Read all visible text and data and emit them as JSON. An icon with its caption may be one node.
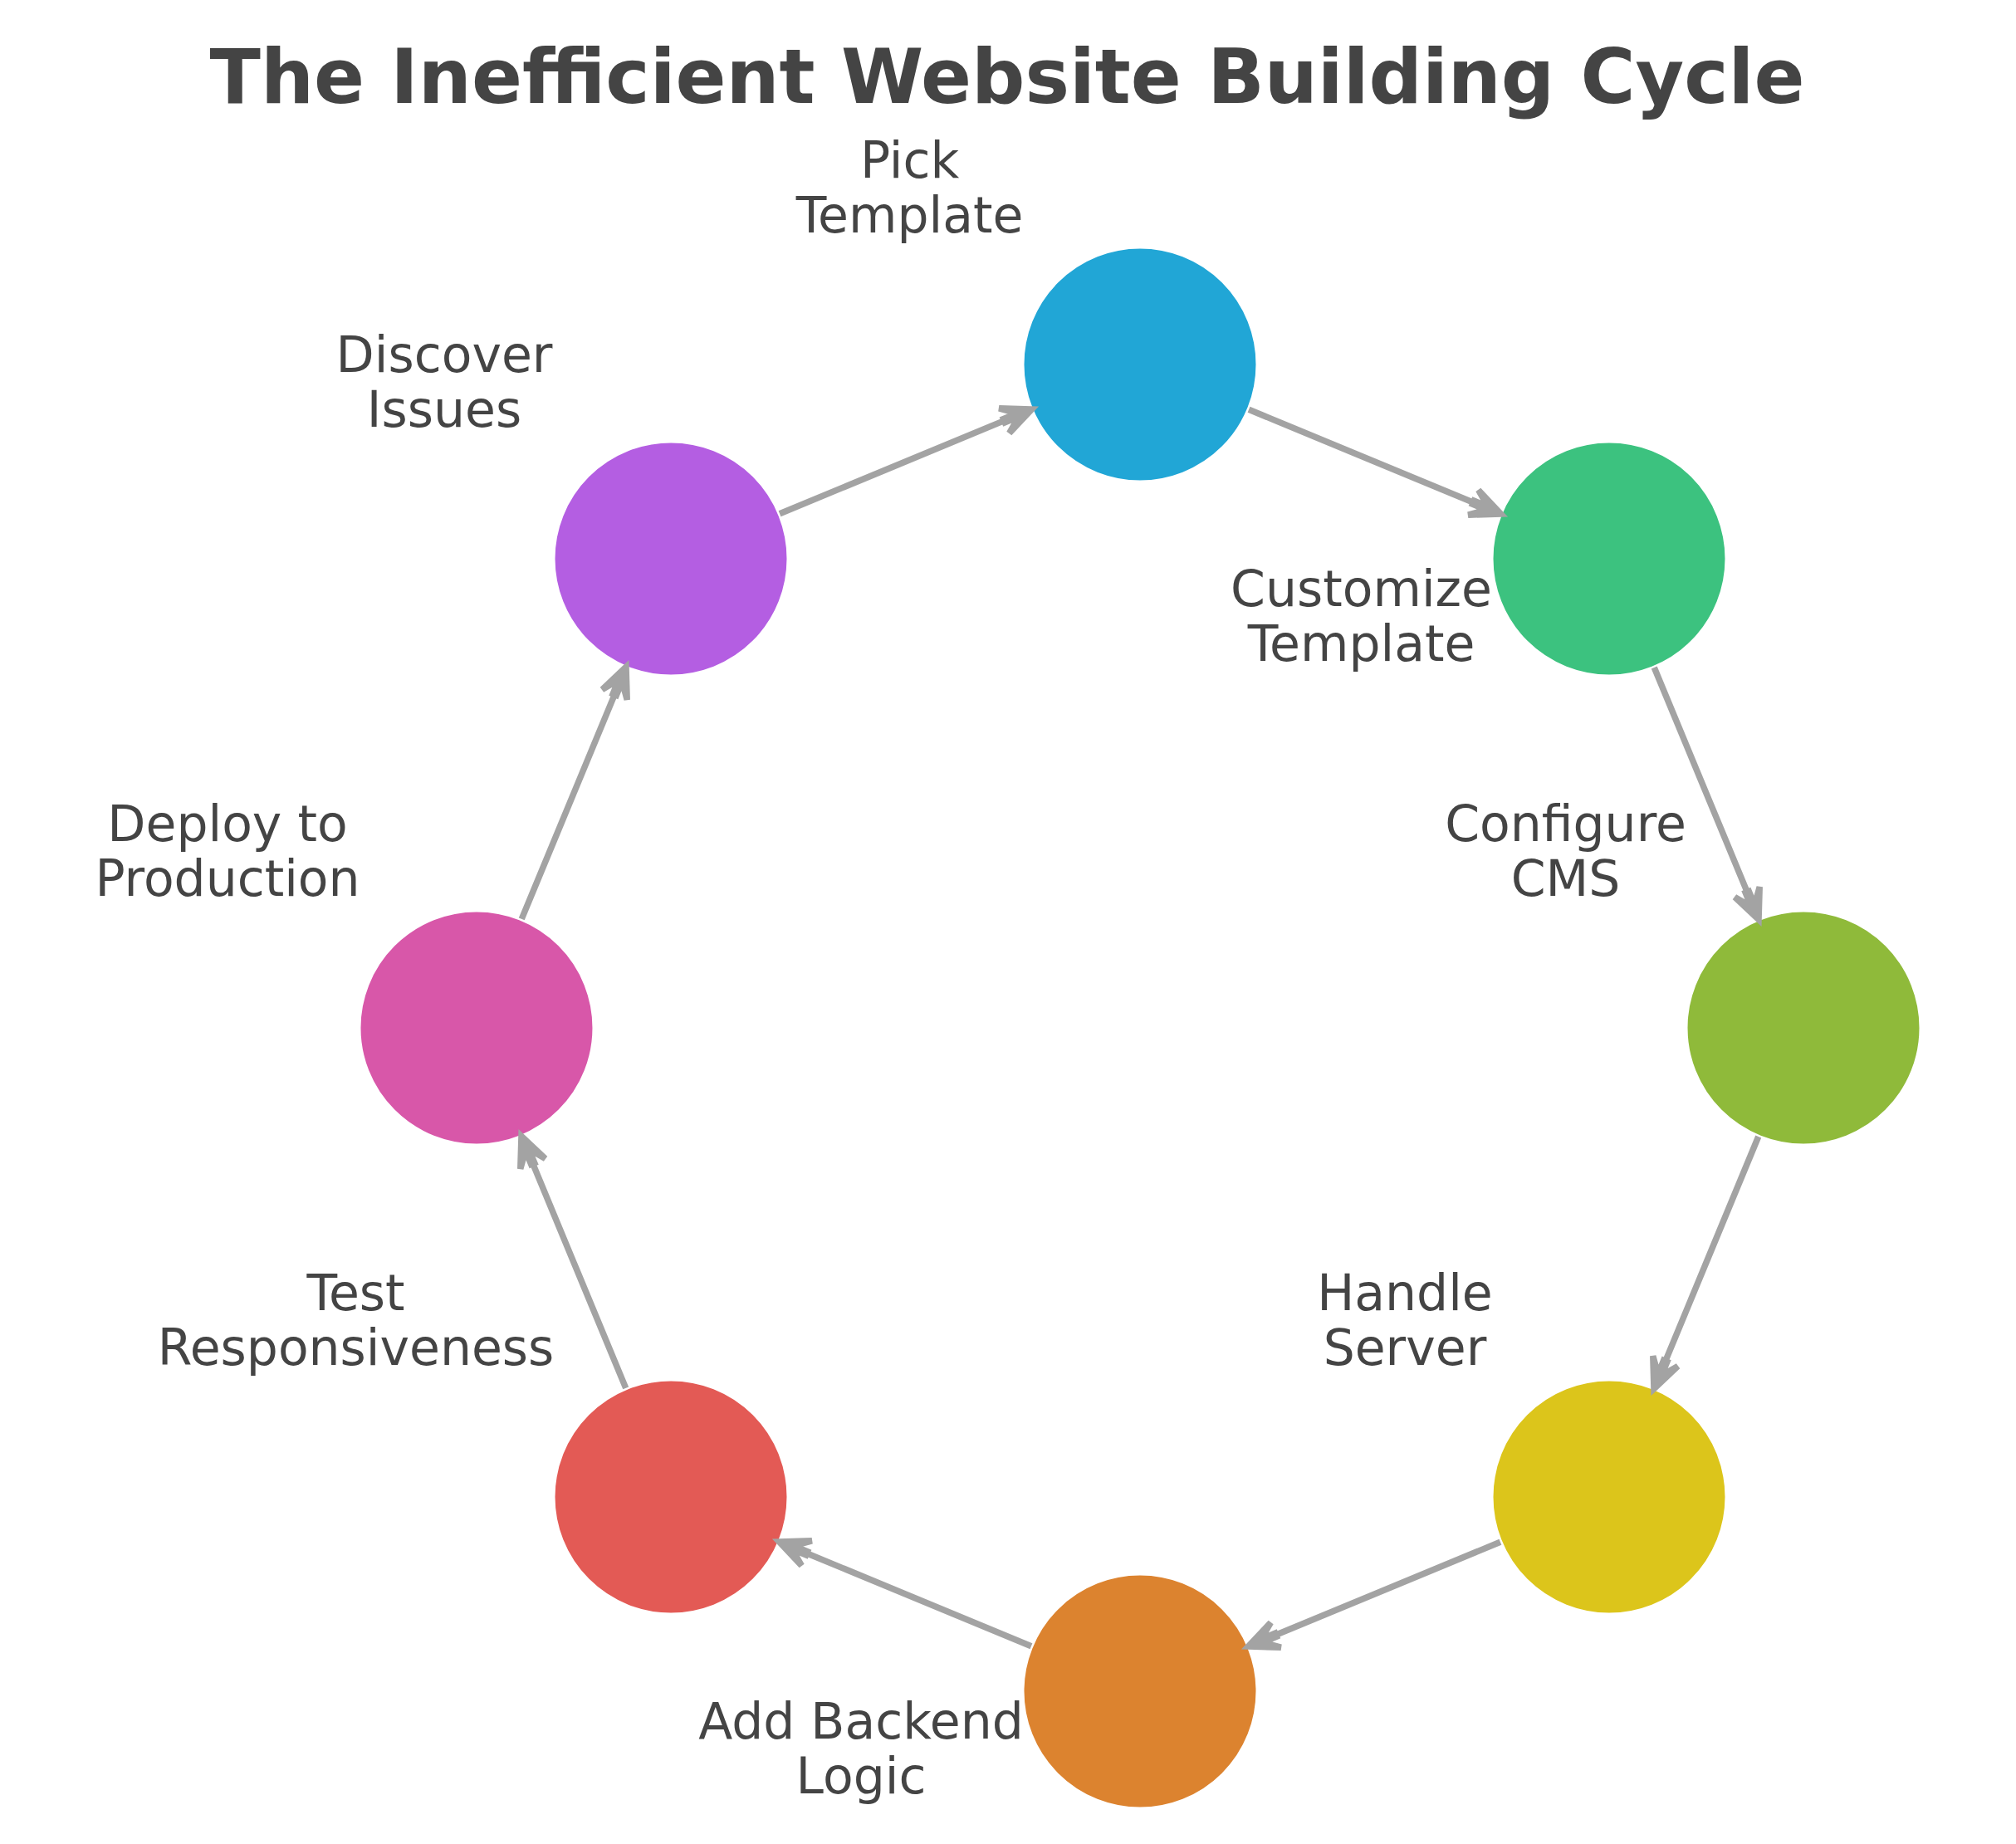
{
  "diagram": {
    "title": "The Inefficient Website Building Cycle",
    "nodes": [
      {
        "text": [
          "Pick Template"
        ]
      },
      {
        "text": [
          "Customize Template"
        ]
      },
      {
        "text": [
          "Configure CMS"
        ]
      },
      {
        "text": [
          "Handle Server"
        ]
      },
      {
        "text": [
          "Add Backend Logic"
        ]
      },
      {
        "text": [
          "Test Responsiveness"
        ]
      },
      {
        "text": [
          "Deploy to Production"
        ]
      },
      {
        "text": [
          "Discover Issues"
        ]
      }
    ],
    "edges": [
      {
        "from": 0,
        "to": 1,
        "arrow": "to"
      },
      {
        "from": 1,
        "to": 2,
        "arrow": "to"
      },
      {
        "from": 2,
        "to": 3,
        "arrow": "to"
      },
      {
        "from": 3,
        "to": 4,
        "arrow": "to"
      },
      {
        "from": 4,
        "to": 5,
        "arrow": "to"
      },
      {
        "from": 5,
        "to": 6,
        "arrow": "to"
      },
      {
        "from": 6,
        "to": 7,
        "arrow": "to"
      },
      {
        "from": 7,
        "to": 0,
        "arrow": "to"
      }
    ]
  }
}
